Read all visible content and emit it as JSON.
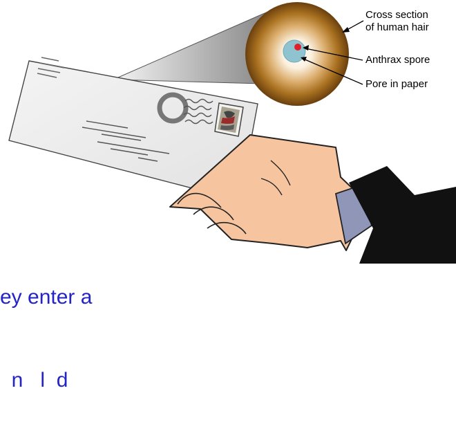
{
  "labels": {
    "hair_line1": "Cross section",
    "hair_line2": "of human hair",
    "spore": "Anthrax spore",
    "pore": "Pore in paper"
  },
  "caption": {
    "line1": "ey enter a",
    "line2": "  n   l  d"
  },
  "colors": {
    "hair_outer": "#7a4a12",
    "hair_inner": "#ffffff",
    "pore": "#8fc3cf",
    "spore": "#e0202a",
    "envelope": "#eeeeee",
    "skin": "#f6c49e",
    "cuff": "#8f96b8",
    "sleeve": "#111111",
    "caption": "#2323c8"
  }
}
